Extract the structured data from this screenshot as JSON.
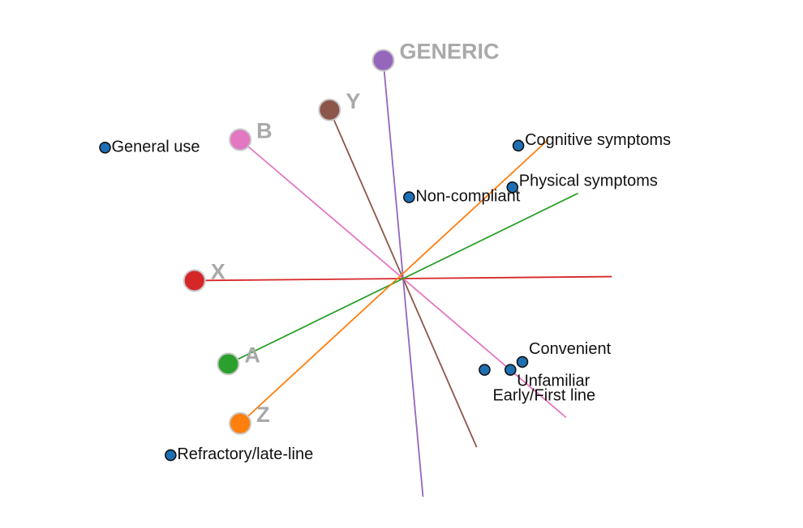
{
  "chart_data": {
    "type": "scatter",
    "grid": false,
    "xlim": [
      -1.2,
      1.2
    ],
    "ylim": [
      -1.2,
      1.2
    ],
    "brands": [
      {
        "name": "GENERIC",
        "color": "#9467bd",
        "x": -0.1,
        "y": 1.1,
        "axis_end": [
          0.1,
          -1.1
        ]
      },
      {
        "name": "Y",
        "color": "#8c564b",
        "x": -0.37,
        "y": 0.85,
        "axis_end": [
          0.37,
          -0.85
        ]
      },
      {
        "name": "B",
        "color": "#e377c2",
        "x": -0.82,
        "y": 0.7,
        "axis_end": [
          0.82,
          -0.7
        ]
      },
      {
        "name": "X",
        "color": "#d62728",
        "x": -1.05,
        "y": -0.01,
        "axis_end": [
          1.05,
          0.01
        ]
      },
      {
        "name": "A",
        "color": "#2ca02c",
        "x": -0.88,
        "y": -0.43,
        "axis_end": [
          0.88,
          0.43
        ]
      },
      {
        "name": "Z",
        "color": "#ff7f0e",
        "x": -0.82,
        "y": -0.73,
        "axis_end": [
          0.73,
          0.7
        ]
      }
    ],
    "attributes": [
      {
        "label": "General use",
        "x": -1.5,
        "y": 0.66
      },
      {
        "label": "Cognitive symptoms",
        "x": 0.58,
        "y": 0.67
      },
      {
        "label": "Physical symptoms",
        "x": 0.55,
        "y": 0.46
      },
      {
        "label": "Non-compliant",
        "x": 0.03,
        "y": 0.41
      },
      {
        "label": "Convenient",
        "x": 0.6,
        "y": -0.42
      },
      {
        "label": "Unfamiliar",
        "x": 0.54,
        "y": -0.46
      },
      {
        "label": "Early/First line",
        "x": 0.41,
        "y": -0.46
      },
      {
        "label": "Refractory/late-line",
        "x": -1.17,
        "y": -0.89
      }
    ]
  }
}
